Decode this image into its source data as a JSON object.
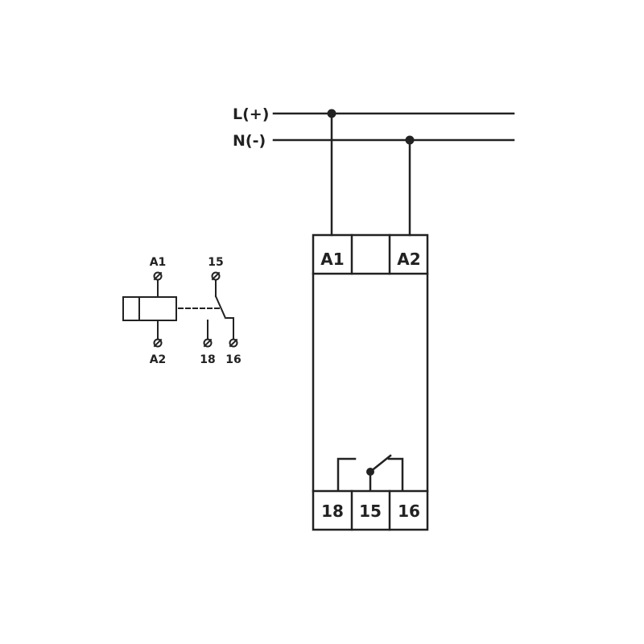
{
  "colors": {
    "line": "#222222",
    "background": "#ffffff"
  },
  "rails": {
    "line_label": "L(+)",
    "neutral_label": "N(-)"
  },
  "module": {
    "top_terminals": [
      "A1",
      "",
      "A2"
    ],
    "bottom_terminals": [
      "18",
      "15",
      "16"
    ]
  },
  "symbol": {
    "coil_top": "A1",
    "coil_bottom": "A2",
    "common": "15",
    "contact_nc": "18",
    "contact_no": "16"
  }
}
